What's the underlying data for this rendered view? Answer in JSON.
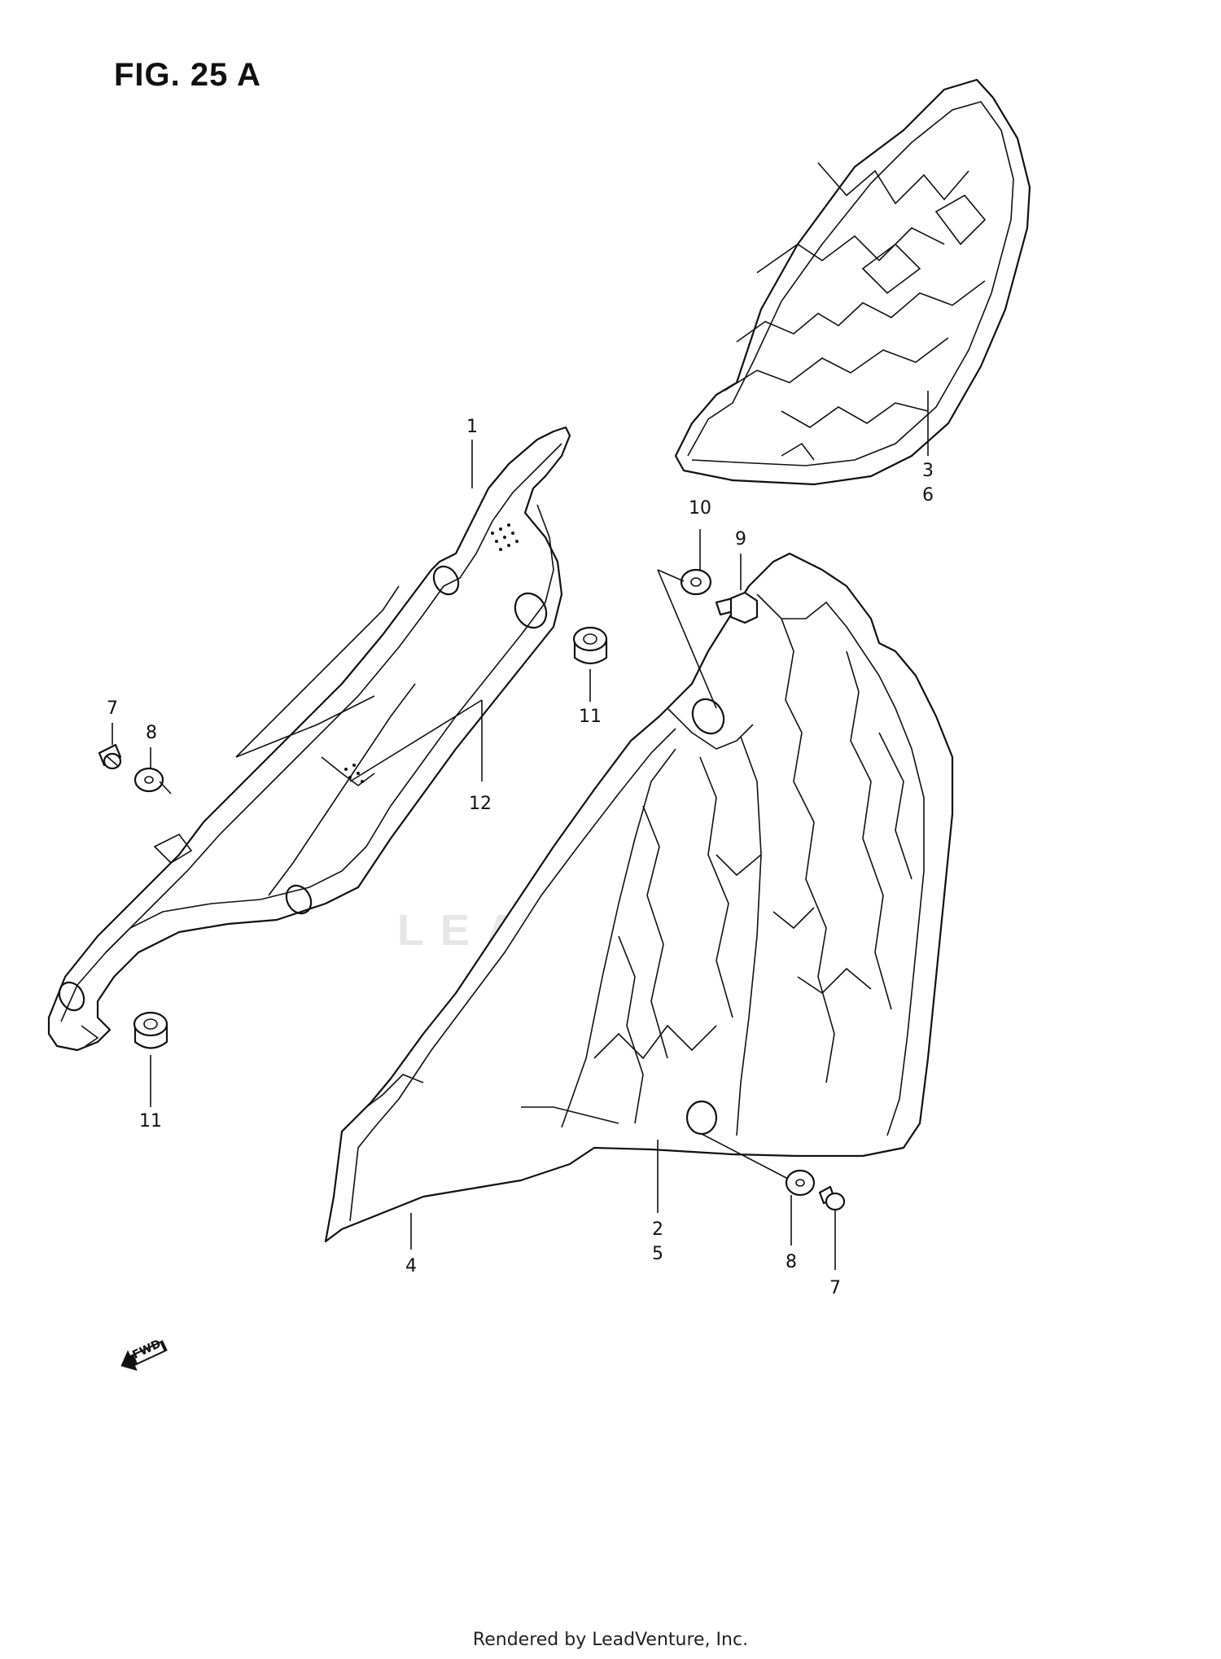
{
  "title": "FIG. 25 A",
  "footer": "Rendered by LeadVenture, Inc.",
  "watermark": "LEADVENTURE",
  "fwd_label": "FWD",
  "callouts": [
    {
      "id": "c1",
      "text": "1"
    },
    {
      "id": "c12",
      "text": "12"
    },
    {
      "id": "c7a",
      "text": "7"
    },
    {
      "id": "c8a",
      "text": "8"
    },
    {
      "id": "c11a",
      "text": "11"
    },
    {
      "id": "c11b",
      "text": "11"
    },
    {
      "id": "c10",
      "text": "10"
    },
    {
      "id": "c9",
      "text": "9"
    },
    {
      "id": "c3",
      "text": "3"
    },
    {
      "id": "c6",
      "text": "6"
    },
    {
      "id": "c2",
      "text": "2"
    },
    {
      "id": "c5",
      "text": "5"
    },
    {
      "id": "c4",
      "text": "4"
    },
    {
      "id": "c8b",
      "text": "8"
    },
    {
      "id": "c7b",
      "text": "7"
    }
  ]
}
